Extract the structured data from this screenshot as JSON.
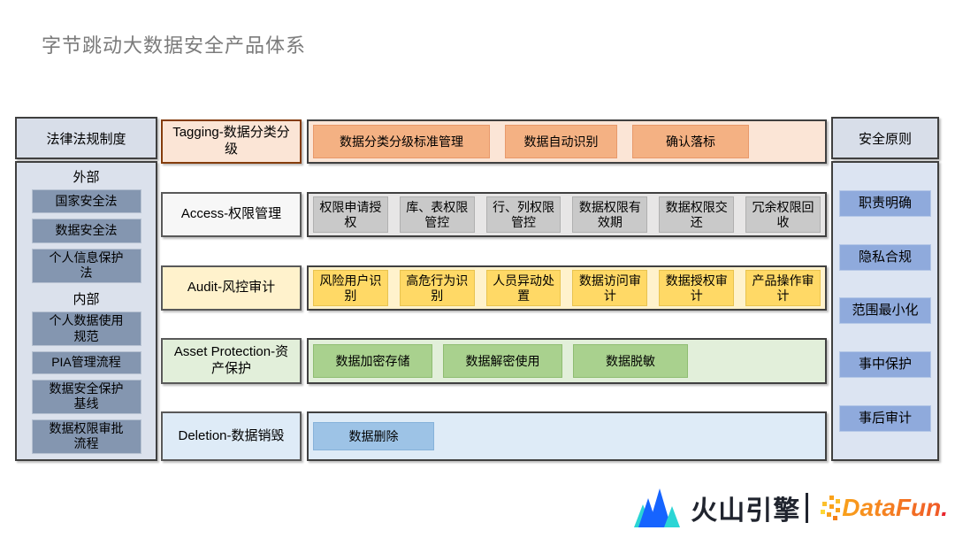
{
  "title": "字节跳动大数据安全产品体系",
  "left_panel": {
    "title": "法律法规制度",
    "sections": [
      {
        "label": "外部",
        "items": [
          "国家安全法",
          "数据安全法",
          "个人信息保护法"
        ]
      },
      {
        "label": "内部",
        "items": [
          "个人数据使用规范",
          "PIA管理流程",
          "数据安全保护基线",
          "数据权限审批流程"
        ]
      }
    ]
  },
  "right_panel": {
    "title": "安全原则",
    "items": [
      "职责明确",
      "隐私合规",
      "范围最小化",
      "事中保护",
      "事后审计"
    ]
  },
  "rows": [
    {
      "id": "tagging",
      "label": "Tagging-数据分类分级",
      "items": [
        "数据分类分级标准管理",
        "数据自动识别",
        "确认落标"
      ]
    },
    {
      "id": "access",
      "label": "Access-权限管理",
      "items": [
        "权限申请授权",
        "库、表权限管控",
        "行、列权限管控",
        "数据权限有效期",
        "数据权限交还",
        "冗余权限回收"
      ]
    },
    {
      "id": "audit",
      "label": "Audit-风控审计",
      "items": [
        "风险用户识别",
        "高危行为识别",
        "人员异动处置",
        "数据访问审计",
        "数据授权审计",
        "产品操作审计"
      ]
    },
    {
      "id": "asset",
      "label": "Asset Protection-资产保护",
      "items": [
        "数据加密存储",
        "数据解密使用",
        "数据脱敏"
      ]
    },
    {
      "id": "deletion",
      "label": "Deletion-数据销毁",
      "items": [
        "数据删除"
      ]
    }
  ],
  "footer": {
    "volcano_brand": "火山引擎",
    "datafun_brand": "DataFun",
    "datafun_dot": "."
  },
  "colors": {
    "tagging_item": "#F4B183",
    "tagging_bg": "#FBE5D6",
    "tagging_label_border": "#843C0C",
    "access_item": "#C9C9C9",
    "access_bg": "#E7E6E6",
    "audit_item": "#FFD966",
    "audit_bg": "#FFF2CC",
    "asset_item": "#A9D18E",
    "asset_bg": "#E2EFDA",
    "deletion_item": "#9DC3E6",
    "deletion_bg": "#DEEBF7",
    "panel_header_bg": "#D8DEE9",
    "left_box": "#8496B0",
    "right_box": "#8FAADC",
    "border_dark": "#3F3F3F",
    "title_text": "#7B7B7B",
    "volcano_blue": "#1664FF",
    "volcano_cyan": "#2BD5D5",
    "datafun_orange": "#F9A11B"
  }
}
